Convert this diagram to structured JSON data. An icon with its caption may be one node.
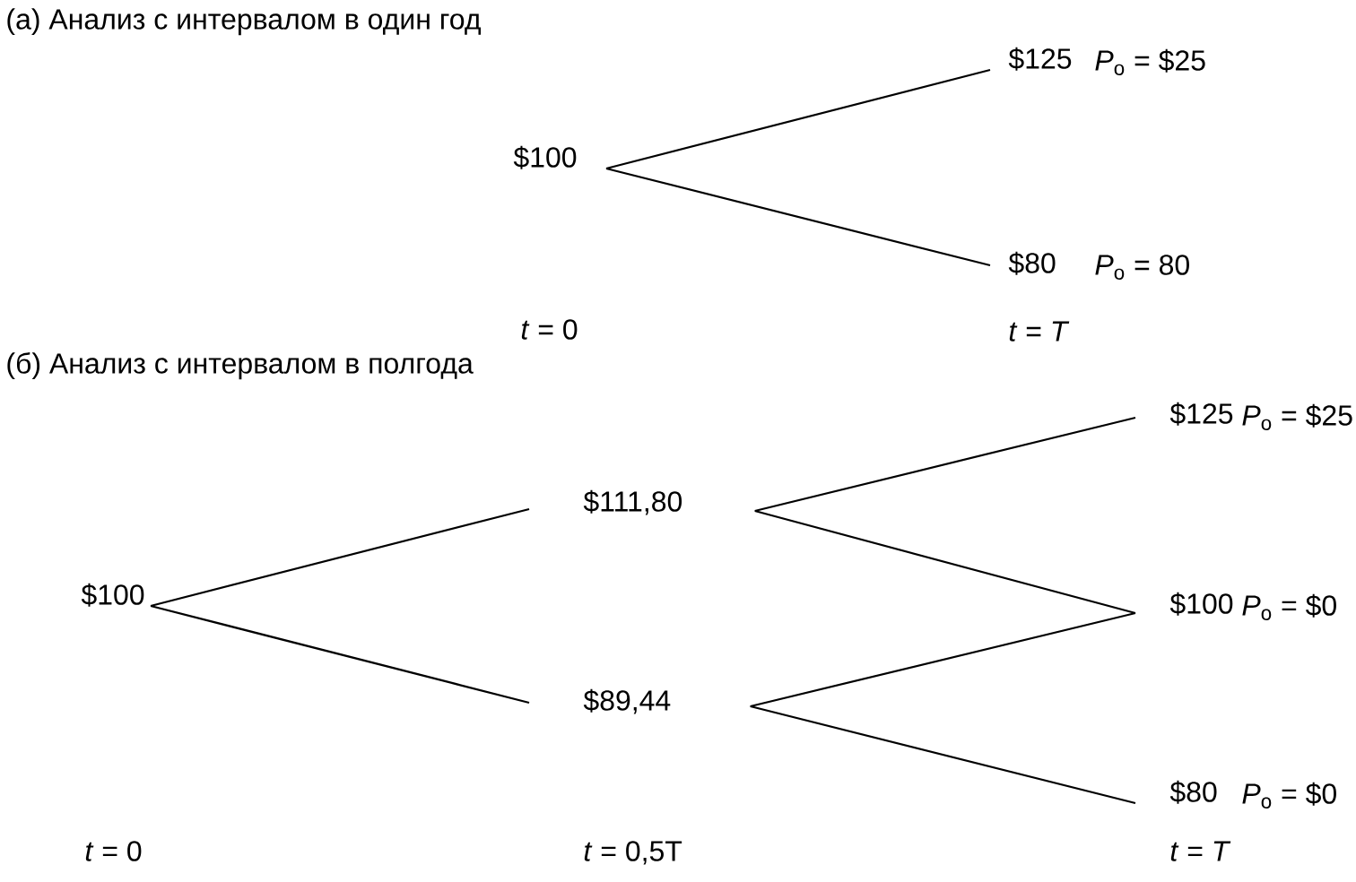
{
  "diagram": {
    "nodes": [
      {
        "text": [
          "$100"
        ]
      },
      {
        "text": [
          "$125"
        ],
        "beside": [
          "*P*$_{o}$ = $25"
        ]
      },
      {
        "text": [
          "$80"
        ],
        "beside": [
          "*P*$_{o}$ = 80"
        ]
      },
      {
        "text": [
          "$100"
        ]
      },
      {
        "text": [
          "$111,80"
        ]
      },
      {
        "text": [
          "$89,44"
        ]
      },
      {
        "text": [
          "$125"
        ],
        "beside": [
          "*P*$_{o}$ = $25"
        ]
      },
      {
        "text": [
          "$100"
        ],
        "beside": [
          "*P*$_{o}$ = $0"
        ]
      },
      {
        "text": [
          "$80"
        ],
        "beside": [
          "*P*$_{o}$ = $0"
        ]
      }
    ],
    "edges": [
      {
        "from": 0,
        "to": 1,
        "arrow": "none"
      },
      {
        "from": 0,
        "to": 2,
        "arrow": "none"
      },
      {
        "from": 3,
        "to": 4,
        "arrow": "none"
      },
      {
        "from": 3,
        "to": 5,
        "arrow": "none"
      },
      {
        "from": 4,
        "to": 6,
        "arrow": "none"
      },
      {
        "from": 4,
        "to": 7,
        "arrow": "none"
      },
      {
        "from": 5,
        "to": 7,
        "arrow": "none"
      },
      {
        "from": 5,
        "to": 8,
        "arrow": "none"
      }
    ],
    "labels": [
      "(а) Анализ с интервалом в один год",
      "*t* = 0",
      "*t* = *T*",
      "(б) Анализ с интервалом в полгода",
      "*t* = 0",
      "*t* = 0,5T",
      "*t* = *T*"
    ]
  }
}
